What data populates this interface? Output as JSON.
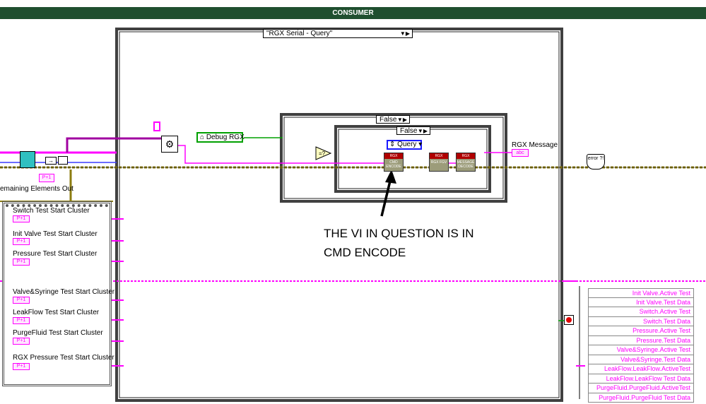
{
  "window": {
    "title": "CONSUMER"
  },
  "case_structure": {
    "selector": "\"RGX Serial - Query\""
  },
  "outer_case": {
    "selector": "False"
  },
  "inner_case": {
    "selector": "False"
  },
  "debug_node": {
    "label": "Debug RGX"
  },
  "enum_constant": {
    "label": "Query"
  },
  "subvis": {
    "cmd_encode": {
      "header": "RGX",
      "body": "CMD ENCODE"
    },
    "rgx_fgv": {
      "header": "RGX",
      "body": "RGX FGV"
    },
    "message_decode": {
      "header": "RGX",
      "body": "MESSAGE DECODE"
    }
  },
  "indicators": {
    "rgx_message": "RGX Message",
    "rgx_message_term": "abc",
    "remaining_elements": "emaining Elements Out",
    "error_term": "error ?!"
  },
  "clusters": [
    "Switch Test Start Cluster",
    "Init Valve Test Start Cluster",
    "Pressure Test Start Cluster",
    "Valve&Syringe Test Start Cluster",
    "LeakFlow Test Start Cluster",
    "PurgeFluid Test Start Cluster",
    "RGX Pressure Test Start Cluster"
  ],
  "unbundle_outputs": [
    "Init Valve.Active Test",
    "Init Valve.Test Data",
    "Switch.Active Test",
    "Switch.Test Data",
    "Pressure.Active Test",
    "Pressure.Test Data",
    "Valve&Syringe.Active Test",
    "Valve&Syringe.Test Data",
    "LeakFlow.LeakFlow.ActiveTest",
    "LeakFlow.LeakFlow Test Data",
    "PurgeFluid.PurgeFluid.ActiveTest",
    "PurgeFluid.PurgeFluid Test Data"
  ],
  "annotation": {
    "line1": "THE VI IN QUESTION IS IN",
    "line2": "CMD ENCODE"
  },
  "colors": {
    "title_bg": "#1f4f2f",
    "wire_pink": "#ff00ff",
    "wire_olive": "#9a8a1a",
    "wire_blue": "#3a3aff",
    "wire_green": "#00a000"
  }
}
